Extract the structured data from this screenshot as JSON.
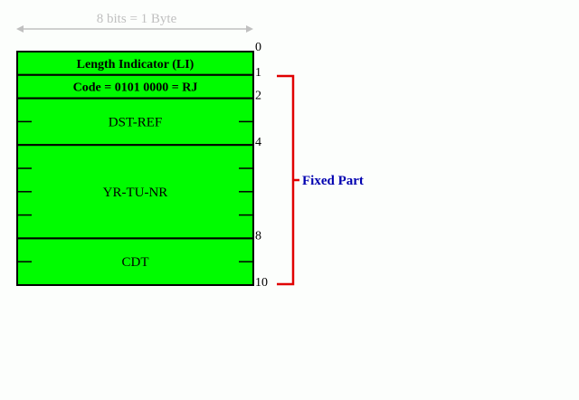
{
  "scale": {
    "label": "8 bits = 1 Byte"
  },
  "fields": [
    {
      "label": "Length Indicator (LI)",
      "start": 0,
      "end": 1,
      "bold": true
    },
    {
      "label": "Code = 0101 0000 = RJ",
      "start": 1,
      "end": 2,
      "bold": true
    },
    {
      "label": "DST-REF",
      "start": 2,
      "end": 4,
      "bold": false
    },
    {
      "label": "YR-TU-NR",
      "start": 4,
      "end": 8,
      "bold": false
    },
    {
      "label": "CDT",
      "start": 8,
      "end": 10,
      "bold": false
    }
  ],
  "offsets": [
    "0",
    "1",
    "2",
    "4",
    "8",
    "10"
  ],
  "brace": {
    "label": "Fixed Part",
    "from": 1,
    "to": 10
  },
  "colors": {
    "field_fill": "#00fc00",
    "outline": "#000000",
    "brace": "#e00000",
    "brace_label": "#0000b0",
    "scale": "#c0c0c0"
  }
}
